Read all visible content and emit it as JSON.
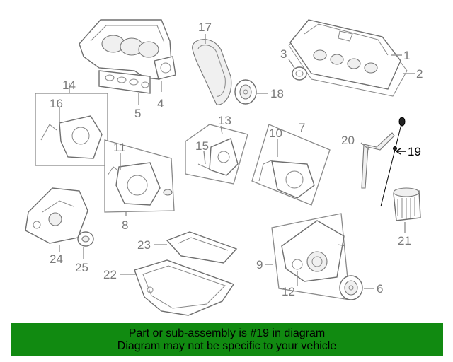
{
  "callouts": {
    "c1": "1",
    "c2": "2",
    "c3": "3",
    "c4": "4",
    "c5": "5",
    "c6": "6",
    "c7": "7",
    "c8": "8",
    "c9": "9",
    "c10": "10",
    "c11": "11",
    "c12": "12",
    "c13": "13",
    "c14": "14",
    "c15": "15",
    "c16": "16",
    "c17": "17",
    "c18": "18",
    "c19": "19",
    "c20": "20",
    "c21": "21",
    "c22": "22",
    "c23": "23",
    "c24": "24",
    "c25": "25"
  },
  "highlight": {
    "part_number": "19",
    "color": "#000000"
  },
  "banner": {
    "line1": "Part or sub-assembly is #19 in diagram",
    "line2": "Diagram may not be specific to your vehicle",
    "background": "#118a11"
  }
}
